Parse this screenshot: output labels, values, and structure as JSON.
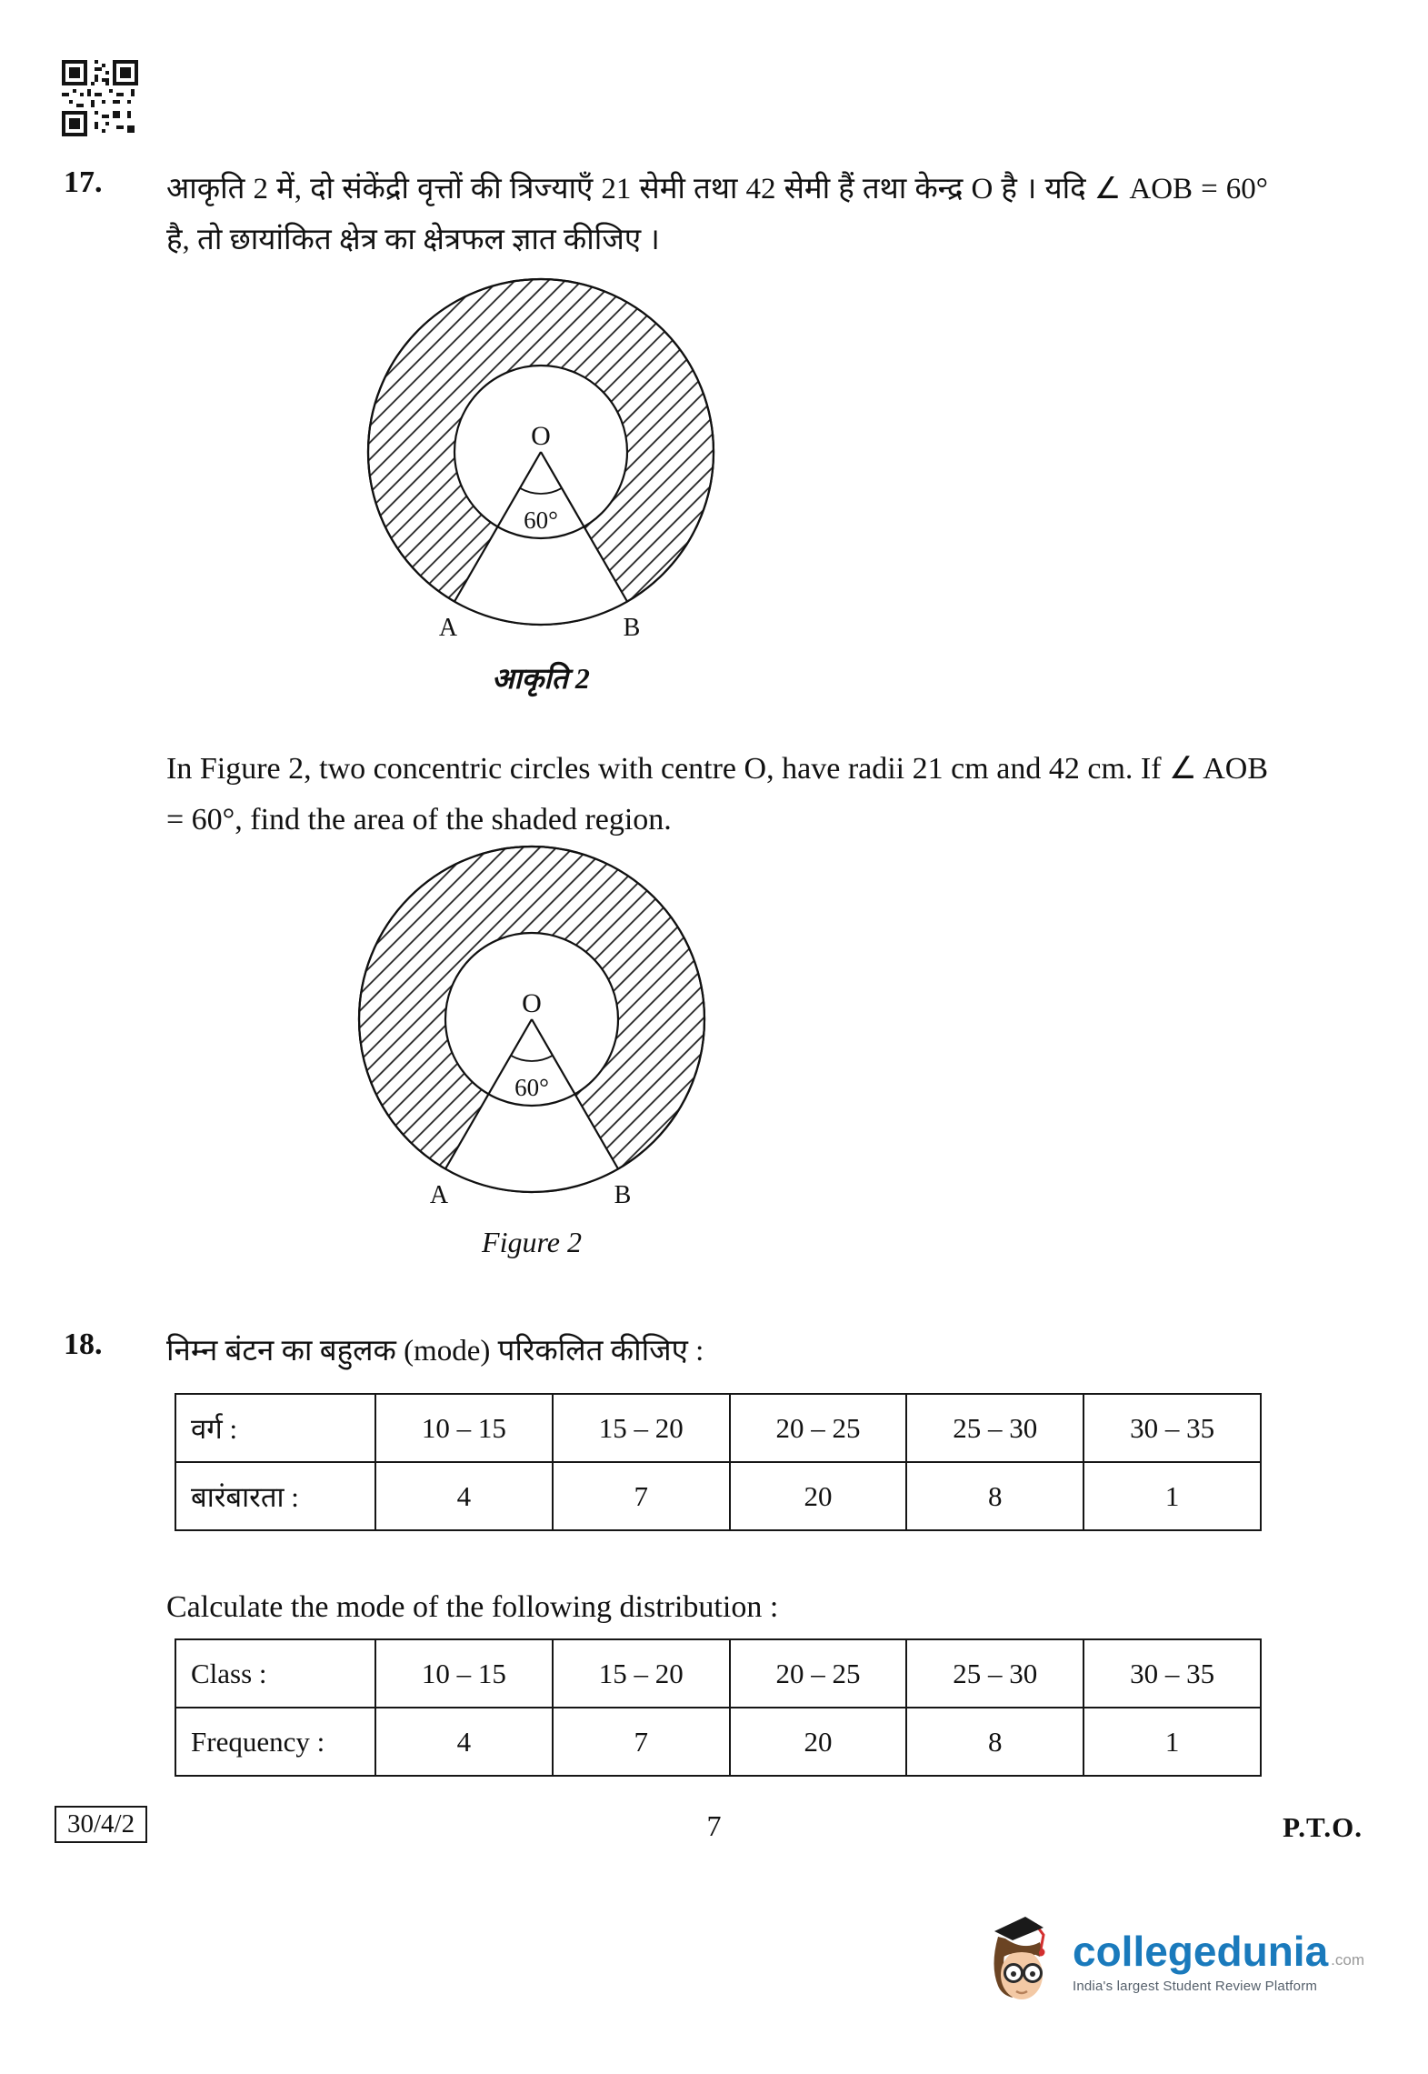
{
  "page": {
    "paper_code": "30/4/2",
    "number": "7",
    "pto": "P.T.O."
  },
  "q17": {
    "number": "17.",
    "hindi_text": "आकृति 2 में, दो संकेंद्री वृत्तों की त्रिज्याएँ 21 सेमी तथा 42 सेमी हैं तथा केन्द्र O है । यदि ∠ AOB = 60° है, तो छायांकित क्षेत्र का क्षेत्रफल ज्ञात कीजिए ।",
    "english_text": "In Figure 2, two concentric circles with centre O, have radii 21 cm and 42 cm. If ∠ AOB = 60°, find the area of the shaded region.",
    "figure_caption_hindi": "आकृति 2",
    "figure_caption_english": "Figure 2",
    "figure_labels": {
      "center": "O",
      "angle": "60°",
      "point_a": "A",
      "point_b": "B"
    }
  },
  "q18": {
    "number": "18.",
    "hindi_text": "निम्न बंटन का बहुलक (mode) परिकलित कीजिए :",
    "english_text": "Calculate the mode of the following distribution :",
    "table_hindi": {
      "row1_header": "वर्ग :",
      "row2_header": "बारंबारता :",
      "classes": [
        "10 – 15",
        "15 – 20",
        "20 – 25",
        "25 – 30",
        "30 – 35"
      ],
      "frequencies": [
        "4",
        "7",
        "20",
        "8",
        "1"
      ]
    },
    "table_english": {
      "row1_header": "Class :",
      "row2_header": "Frequency :",
      "classes": [
        "10 – 15",
        "15 – 20",
        "20 – 25",
        "25 – 30",
        "30 – 35"
      ],
      "frequencies": [
        "4",
        "7",
        "20",
        "8",
        "1"
      ]
    }
  },
  "branding": {
    "name": "collegedunia",
    "tld": ".com",
    "tagline": "India's largest Student Review Platform",
    "brand_color": "#1a7abc",
    "accent_red": "#d32f2f"
  }
}
